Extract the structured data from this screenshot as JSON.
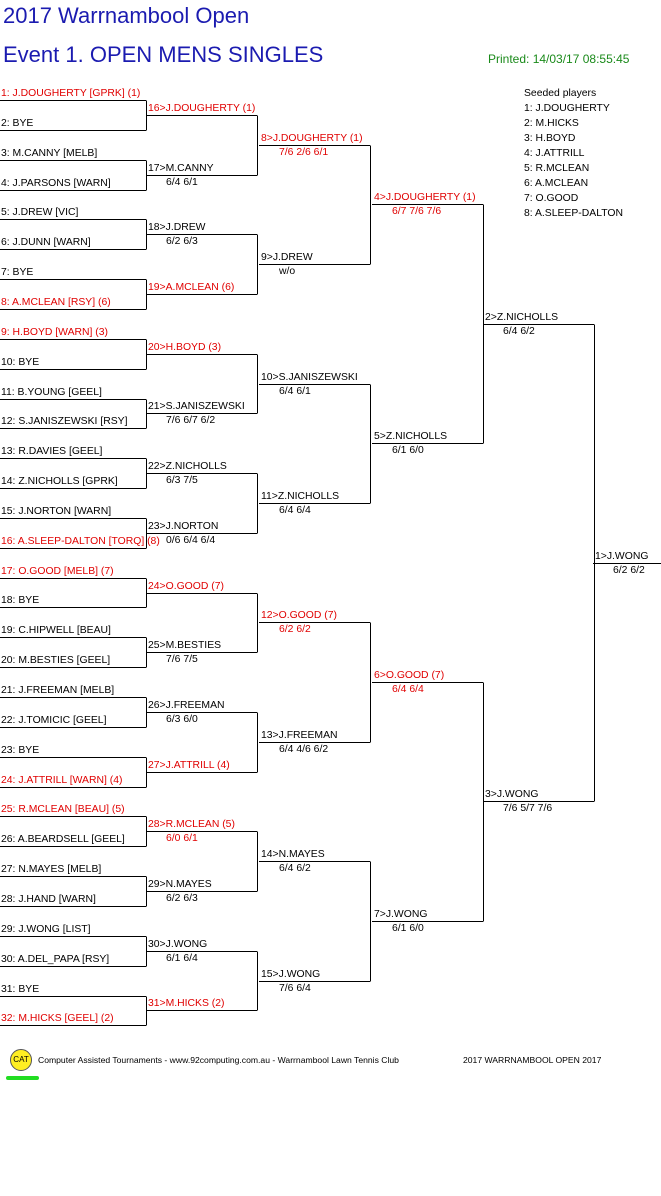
{
  "header": {
    "title": "2017 Warrnambool Open",
    "event": "Event 1. OPEN MENS SINGLES",
    "printed": "Printed: 14/03/17 08:55:45"
  },
  "colors": {
    "seed_red": "#e00000",
    "title_blue": "#1b1bb0",
    "printed_green": "#1a8a1a"
  },
  "seeded": {
    "heading": "Seeded players",
    "players": [
      "1: J.DOUGHERTY",
      "2: M.HICKS",
      "3: H.BOYD",
      "4: J.ATTRILL",
      "5: R.MCLEAN",
      "6: A.MCLEAN",
      "7: O.GOOD",
      "8: A.SLEEP-DALTON"
    ]
  },
  "rounds": [
    [
      {
        "name": "1: J.DOUGHERTY [GPRK] (1)",
        "red": true
      },
      {
        "name": "2: BYE"
      },
      {
        "name": "3: M.CANNY [MELB]"
      },
      {
        "name": "4: J.PARSONS [WARN]"
      },
      {
        "name": "5: J.DREW [VIC]"
      },
      {
        "name": "6: J.DUNN [WARN]"
      },
      {
        "name": "7: BYE"
      },
      {
        "name": "8: A.MCLEAN [RSY] (6)",
        "red": true
      },
      {
        "name": "9: H.BOYD [WARN] (3)",
        "red": true
      },
      {
        "name": "10: BYE"
      },
      {
        "name": "11: B.YOUNG [GEEL]"
      },
      {
        "name": "12: S.JANISZEWSKI [RSY]"
      },
      {
        "name": "13: R.DAVIES [GEEL]"
      },
      {
        "name": "14: Z.NICHOLLS [GPRK]"
      },
      {
        "name": "15: J.NORTON [WARN]"
      },
      {
        "name": "16: A.SLEEP-DALTON [TORQ] (8)",
        "red": true
      },
      {
        "name": "17: O.GOOD [MELB] (7)",
        "red": true
      },
      {
        "name": "18: BYE"
      },
      {
        "name": "19: C.HIPWELL [BEAU]"
      },
      {
        "name": "20: M.BESTIES [GEEL]"
      },
      {
        "name": "21: J.FREEMAN [MELB]"
      },
      {
        "name": "22: J.TOMICIC [GEEL]"
      },
      {
        "name": "23: BYE"
      },
      {
        "name": "24: J.ATTRILL [WARN] (4)",
        "red": true
      },
      {
        "name": "25: R.MCLEAN [BEAU] (5)",
        "red": true
      },
      {
        "name": "26: A.BEARDSELL [GEEL]"
      },
      {
        "name": "27: N.MAYES [MELB]"
      },
      {
        "name": "28: J.HAND [WARN]"
      },
      {
        "name": "29: J.WONG [LIST]"
      },
      {
        "name": "30: A.DEL_PAPA [RSY]"
      },
      {
        "name": "31: BYE"
      },
      {
        "name": "32: M.HICKS [GEEL] (2)",
        "red": true
      }
    ],
    [
      {
        "name": "16>J.DOUGHERTY (1)",
        "score": "",
        "red": true
      },
      {
        "name": "17>M.CANNY",
        "score": "6/4 6/1"
      },
      {
        "name": "18>J.DREW",
        "score": "6/2 6/3"
      },
      {
        "name": "19>A.MCLEAN (6)",
        "score": "",
        "red": true
      },
      {
        "name": "20>H.BOYD (3)",
        "score": "",
        "red": true
      },
      {
        "name": "21>S.JANISZEWSKI",
        "score": "7/6 6/7 6/2"
      },
      {
        "name": "22>Z.NICHOLLS",
        "score": "6/3 7/5"
      },
      {
        "name": "23>J.NORTON",
        "score": "0/6 6/4 6/4"
      },
      {
        "name": "24>O.GOOD (7)",
        "score": "",
        "red": true
      },
      {
        "name": "25>M.BESTIES",
        "score": "7/6 7/5"
      },
      {
        "name": "26>J.FREEMAN",
        "score": "6/3 6/0"
      },
      {
        "name": "27>J.ATTRILL (4)",
        "score": "",
        "red": true
      },
      {
        "name": "28>R.MCLEAN (5)",
        "score": "6/0 6/1",
        "red": true
      },
      {
        "name": "29>N.MAYES",
        "score": "6/2 6/3"
      },
      {
        "name": "30>J.WONG",
        "score": "6/1 6/4"
      },
      {
        "name": "31>M.HICKS (2)",
        "score": "",
        "red": true
      }
    ],
    [
      {
        "name": "8>J.DOUGHERTY (1)",
        "score": "7/6 2/6 6/1",
        "red": true
      },
      {
        "name": "9>J.DREW",
        "score": "w/o"
      },
      {
        "name": "10>S.JANISZEWSKI",
        "score": "6/4 6/1"
      },
      {
        "name": "11>Z.NICHOLLS",
        "score": "6/4 6/4"
      },
      {
        "name": "12>O.GOOD (7)",
        "score": "6/2 6/2",
        "red": true
      },
      {
        "name": "13>J.FREEMAN",
        "score": "6/4 4/6 6/2"
      },
      {
        "name": "14>N.MAYES",
        "score": "6/4 6/2"
      },
      {
        "name": "15>J.WONG",
        "score": "7/6 6/4"
      }
    ],
    [
      {
        "name": "4>J.DOUGHERTY (1)",
        "score": "6/7 7/6 7/6",
        "red": true
      },
      {
        "name": "5>Z.NICHOLLS",
        "score": "6/1 6/0"
      },
      {
        "name": "6>O.GOOD (7)",
        "score": "6/4 6/4",
        "red": true
      },
      {
        "name": "7>J.WONG",
        "score": "6/1 6/0"
      }
    ],
    [
      {
        "name": "2>Z.NICHOLLS",
        "score": "6/4 6/2"
      },
      {
        "name": "3>J.WONG",
        "score": "7/6 5/7 7/6"
      }
    ],
    [
      {
        "name": "1>J.WONG",
        "score": "6/2 6/2"
      }
    ]
  ],
  "footer": {
    "logo": "CAT",
    "credit": "Computer Assisted Tournaments - www.92computing.com.au -  Warrnambool Lawn Tennis Club",
    "event": "2017 WARRNAMBOOL OPEN 2017"
  }
}
